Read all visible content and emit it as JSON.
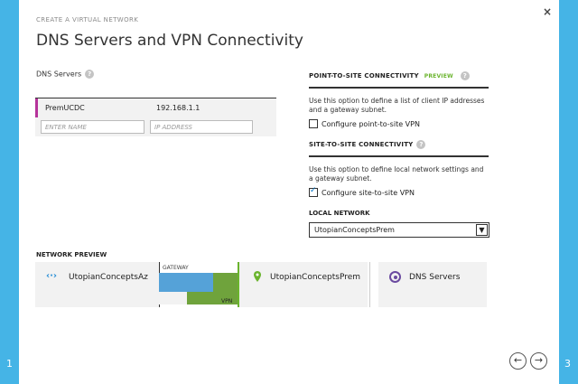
{
  "wizard": {
    "header": "CREATE A VIRTUAL NETWORK",
    "title": "DNS Servers and VPN Connectivity",
    "step_left": "1",
    "step_right": "3",
    "close": "×"
  },
  "dns": {
    "label": "DNS Servers",
    "rows": [
      {
        "name": "PremUCDC",
        "ip": "192.168.1.1"
      }
    ],
    "name_placeholder": "ENTER NAME",
    "ip_placeholder": "IP ADDRESS"
  },
  "p2s": {
    "heading": "POINT-TO-SITE CONNECTIVITY",
    "badge": "PREVIEW",
    "description": "Use this option to define a list of client IP addresses and a gateway subnet.",
    "checkbox_label": "Configure point-to-site VPN",
    "checked": false
  },
  "s2s": {
    "heading": "SITE-TO-SITE CONNECTIVITY",
    "description": "Use this option to define local network settings and a gateway subnet.",
    "checkbox_label": "Configure site-to-site VPN",
    "checked": true
  },
  "local_network": {
    "label": "LOCAL NETWORK",
    "selected": "UtopianConceptsPrem"
  },
  "preview": {
    "label": "NETWORK PREVIEW",
    "azure_network": "UtopianConceptsAz",
    "gateway_label": "GATEWAY",
    "vpn_label": "VPN",
    "local_network": "UtopianConceptsPrem",
    "dns_label": "DNS Servers"
  },
  "nav": {
    "back": "←",
    "next": "→"
  },
  "colors": {
    "accent_blue": "#45b4e6",
    "magenta_bar": "#b5339a",
    "green": "#6ab42d",
    "dns_purple": "#6b4aa0"
  }
}
